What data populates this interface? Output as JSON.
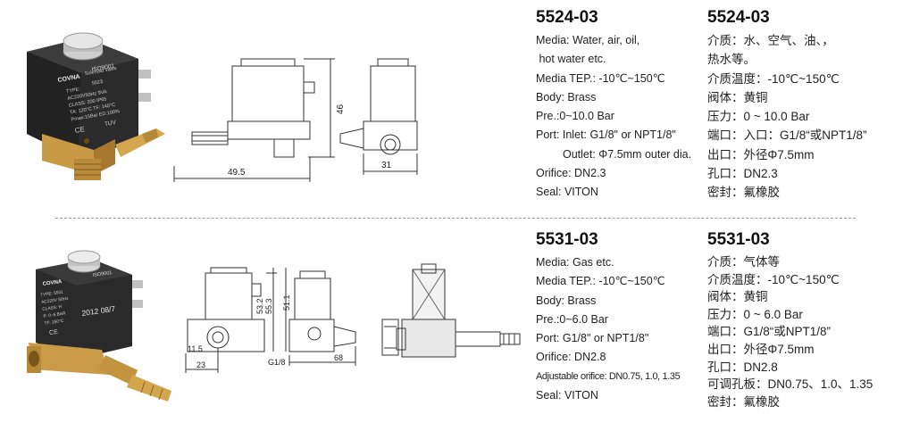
{
  "top": {
    "en": {
      "title": "5524-03",
      "lines": [
        "Media: Water, air, oil,",
        " hot water etc.",
        "Media TEP.: -10℃~150℃",
        "Body: Brass",
        "Pre.:0~10.0 Bar",
        "Port: Inlet: G1/8\" or NPT1/8\"",
        "Outlet: Φ7.5mm outer dia.",
        "Orifice: DN2.3",
        "Seal: VITON"
      ]
    },
    "cn": {
      "title": "5524-03",
      "lines": [
        "介质：水、空气、油、，",
        "热水等。",
        "介质温度：-10℃~150℃",
        "阀体：黄铜",
        "压力：0 ~ 10.0 Bar",
        "端口：入口：G1/8“或NPT1/8”",
        "出口：外径Φ7.5mm",
        "孔口：DN2.3",
        "密封：氟橡胶"
      ]
    },
    "photo": {
      "brand": "COVNA",
      "iso": "ISO9001",
      "label_lines": [
        "Solenoid Valve",
        "TYPE:",
        "AC220V50Hz  9VA",
        "CLASS: 200  IP65",
        "TA: 120°C  TF: 140°C",
        "Pmax:15Bar ED:100%",
        "CE",
        "TUV"
      ],
      "model": "5523"
    },
    "drawing": {
      "dims": [
        "46",
        "49.5",
        "31"
      ]
    }
  },
  "bottom": {
    "en": {
      "title": "5531-03",
      "lines": [
        "Media: Gas etc.",
        "Media TEP.: -10℃~150℃",
        "Body: Brass",
        "Pre.:0~6.0 Bar",
        "Port: G1/8\" or NPT1/8\"",
        "Orifice: DN2.8",
        "Adjustable orifice: DN0.75, 1.0, 1.35",
        "Seal: VITON"
      ]
    },
    "cn": {
      "title": "5531-03",
      "lines": [
        "介质：气体等",
        "介质温度：-10℃~150℃",
        "阀体：黄铜",
        "压力：0 ~ 6.0 Bar",
        "端口：G1/8“或NPT1/8”",
        "出口：外径Φ7.5mm",
        "孔口：DN2.8",
        "可调孔板：DN0.75、1.0、1.35",
        "密封：氟橡胶"
      ]
    },
    "photo": {
      "brand": "COVNA",
      "iso": "ISO9001",
      "label_lines": [
        "TYPE: 5531",
        "AC220V 50Hz",
        "CLASS: H",
        "P: 0~6 BAR",
        "TF: 150°C",
        "CE"
      ],
      "date": "2012 08/7"
    },
    "drawing": {
      "dims": [
        "51.1",
        "53.2",
        "55.3",
        "11.5",
        "23",
        "G1/8",
        "68"
      ]
    }
  },
  "colors": {
    "coil": "#2a2a2a",
    "brass": "#c89a45",
    "brass_dark": "#8e6424",
    "line": "#333333"
  }
}
